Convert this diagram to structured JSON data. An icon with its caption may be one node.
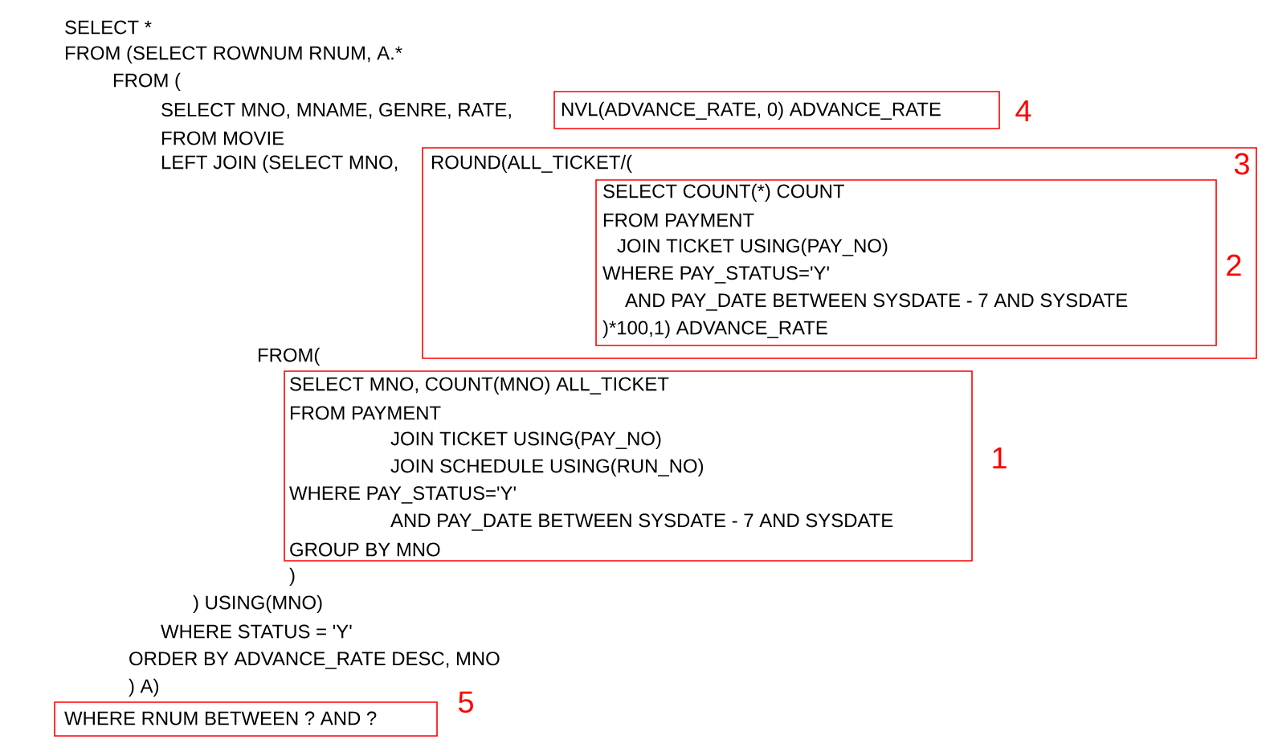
{
  "diagram": {
    "nodes": [
      {
        "text": [
          "NVL(ADVANCE_RATE, 0) ADVANCE_RATE"
        ],
        "beside": [
          "4"
        ]
      },
      {
        "text": [
          "ROUND(ALL_TICKET/("
        ],
        "beside": [
          "3"
        ]
      },
      {
        "text": [
          "SELECT COUNT(*) COUNT",
          "FROM PAYMENT",
          "JOIN TICKET USING(PAY_NO)",
          "WHERE PAY_STATUS='Y'",
          "AND PAY_DATE BETWEEN SYSDATE - 7 AND SYSDATE",
          ")*100,1) ADVANCE_RATE"
        ],
        "beside": [
          "2"
        ],
        "in": 1
      },
      {
        "text": [
          "SELECT MNO, COUNT(MNO) ALL_TICKET",
          "FROM PAYMENT",
          "JOIN TICKET USING(PAY_NO)",
          "JOIN SCHEDULE USING(RUN_NO)",
          "WHERE PAY_STATUS='Y'",
          "AND PAY_DATE BETWEEN SYSDATE - 7 AND SYSDATE",
          "GROUP BY MNO"
        ],
        "beside": [
          "1"
        ]
      },
      {
        "text": [
          "WHERE RNUM BETWEEN ? AND ?"
        ],
        "beside": [
          "5"
        ]
      }
    ],
    "labels": [
      "SELECT *",
      "FROM (SELECT ROWNUM RNUM, A.*",
      "FROM (",
      "SELECT MNO, MNAME, GENRE, RATE,",
      "FROM MOVIE",
      "LEFT JOIN (SELECT MNO,",
      "FROM(",
      ")",
      ") USING(MNO)",
      "WHERE STATUS = 'Y'",
      "ORDER BY ADVANCE_RATE DESC, MNO",
      ") A)"
    ]
  }
}
